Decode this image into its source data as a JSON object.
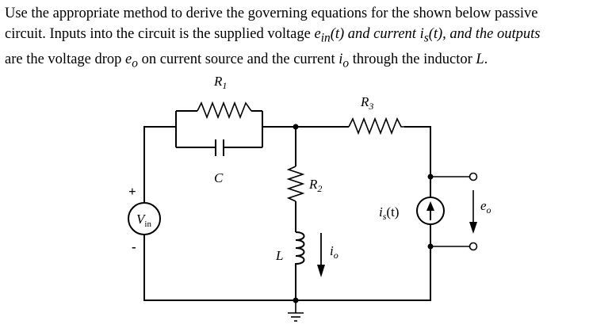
{
  "problem": {
    "line1": "Use the appropriate method to derive the governing equations for the shown below passive",
    "line2_a": "circuit. Inputs into the circuit is the supplied voltage ",
    "line2_ein": "e",
    "line2_ein_sub": "in",
    "line2_b": "(t) and current ",
    "line2_is": "i",
    "line2_is_sub": "s",
    "line2_c": "(t), and the outputs",
    "line3_a": "are the voltage drop ",
    "line3_eo": "e",
    "line3_eo_sub": "o",
    "line3_b": " on current source and the current ",
    "line3_io": "i",
    "line3_io_sub": "o",
    "line3_c": " through the inductor ",
    "line3_L": "L",
    "line3_d": "."
  },
  "circuit": {
    "R1": "R",
    "R1_sub": "1",
    "C": "C",
    "R3": "R",
    "R3_sub": "3",
    "R2": "R",
    "R2_sub": "2",
    "L": "L",
    "io": "i",
    "io_sub": "o",
    "vin": "V",
    "vin_sub": "in",
    "plus": "+",
    "minus": "-",
    "is": "i",
    "is_sub": "s",
    "is_t": "(t)",
    "eo": "e",
    "eo_sub": "o"
  }
}
